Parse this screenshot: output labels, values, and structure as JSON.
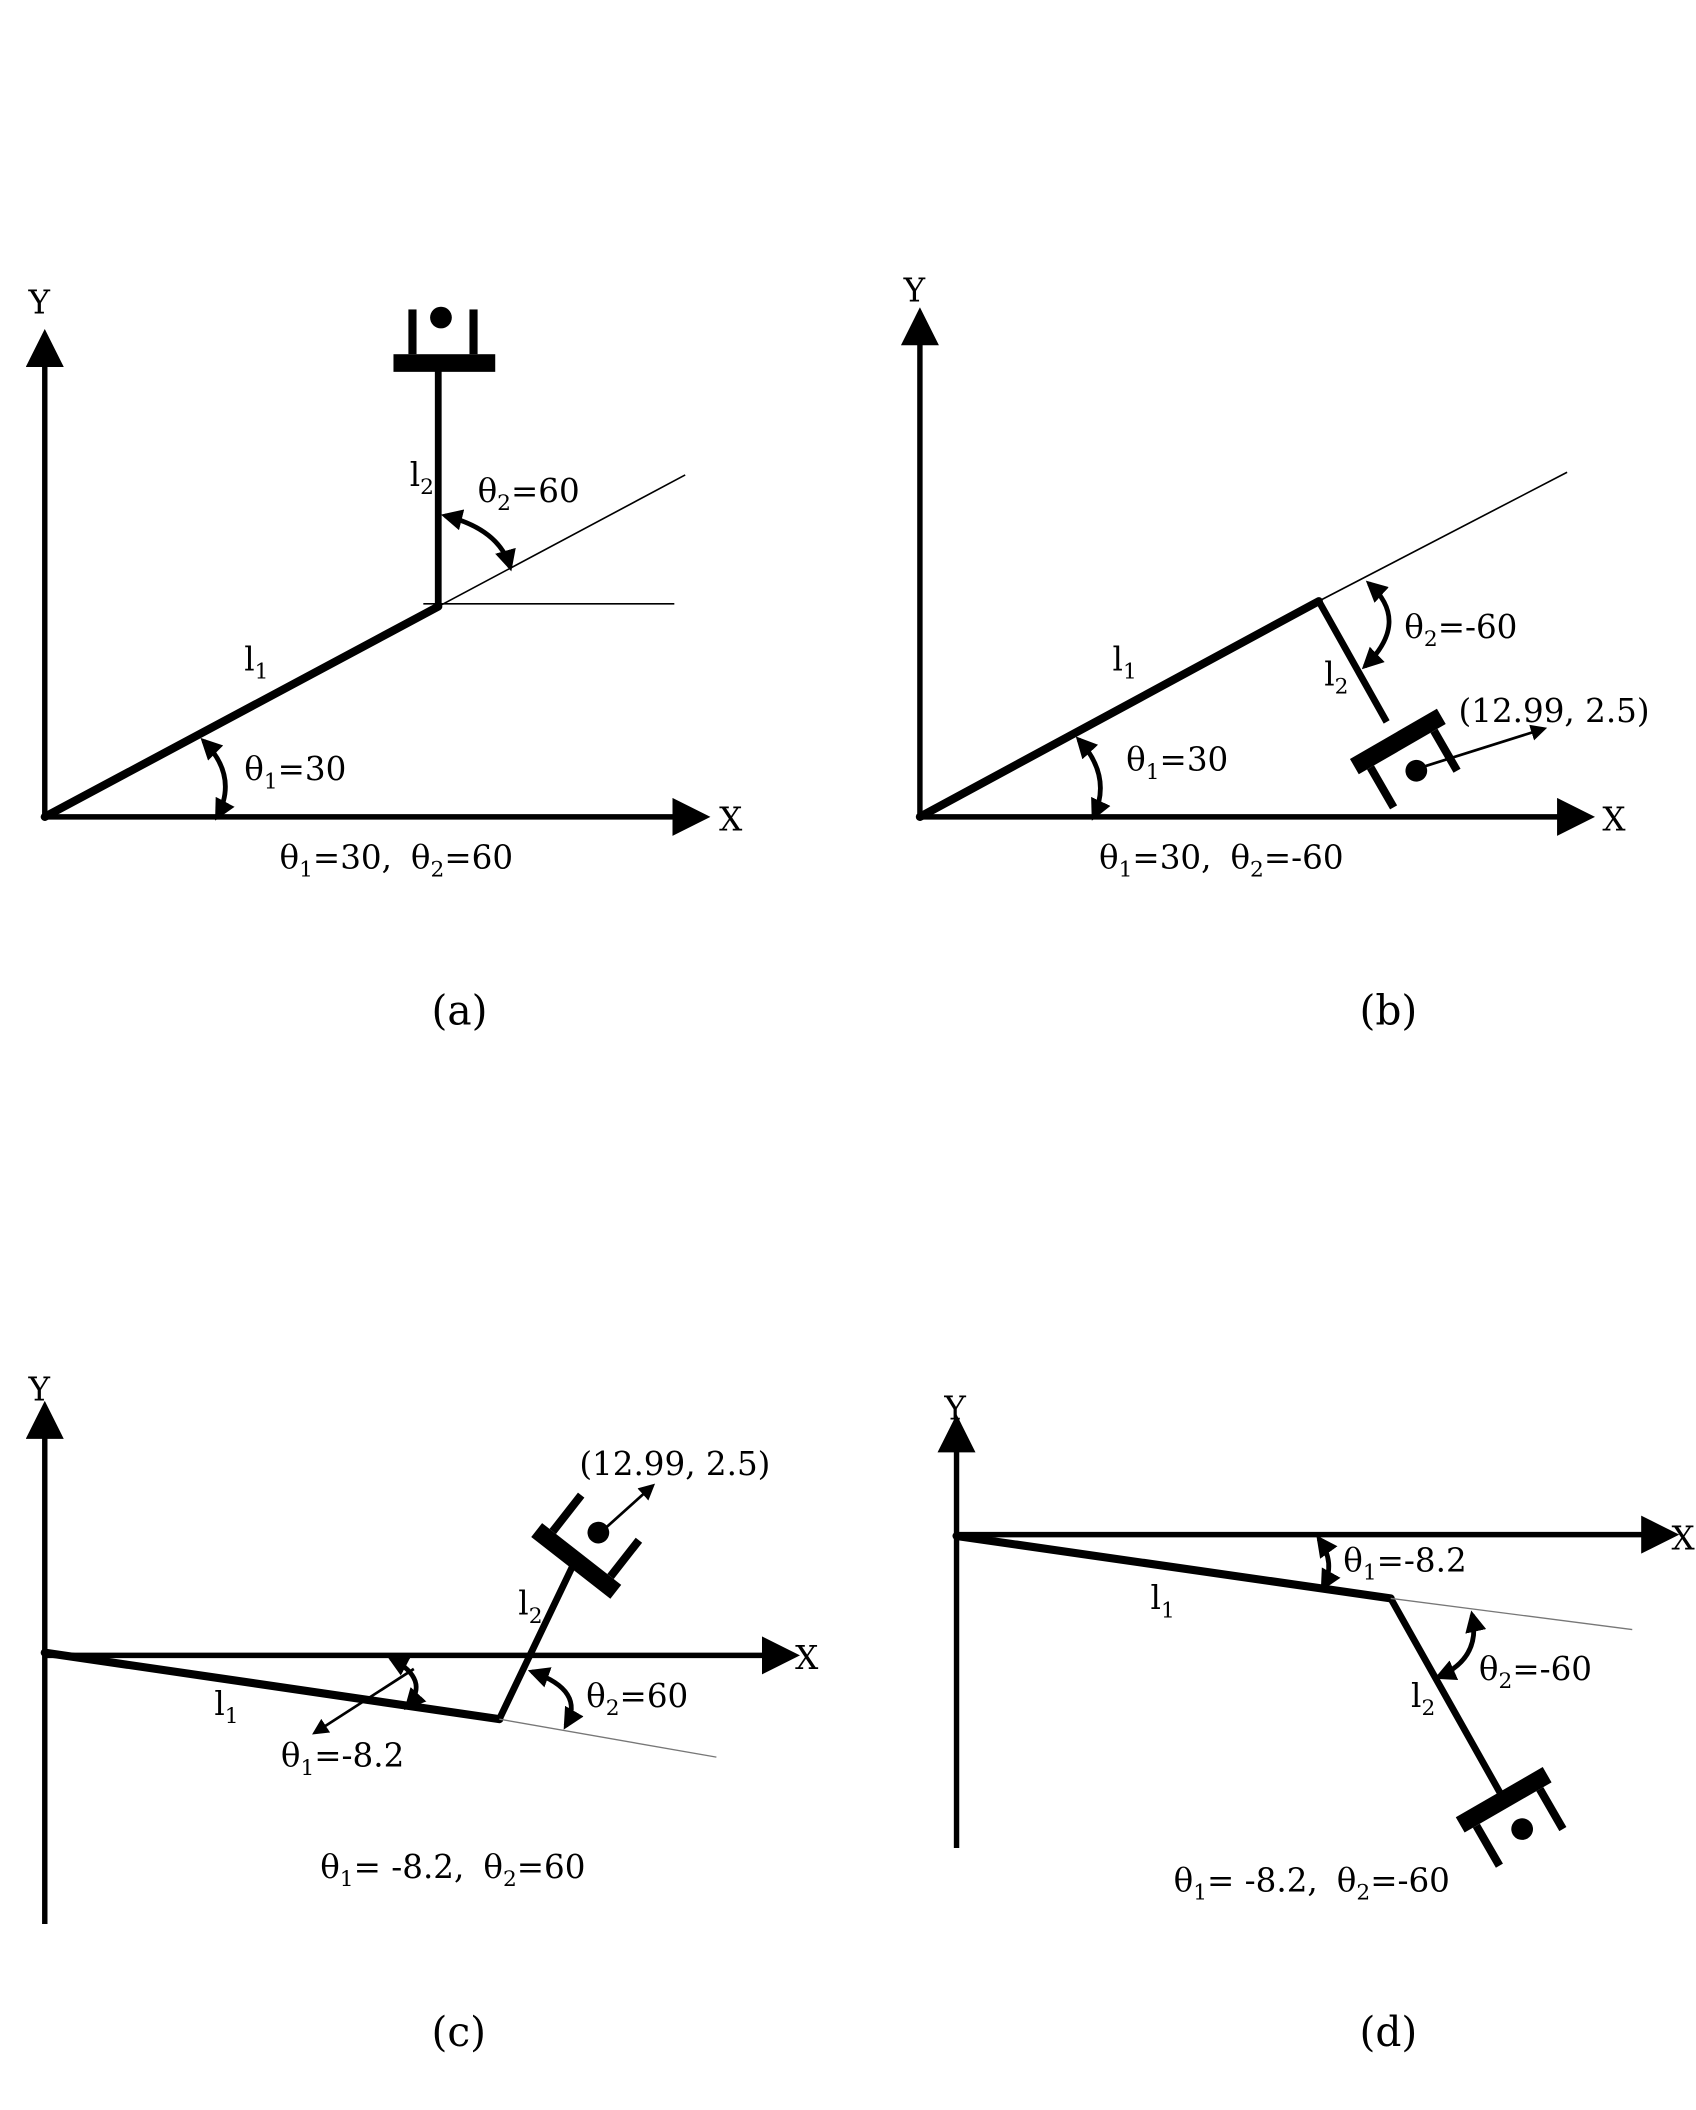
{
  "figure": {
    "description": "Two-link planar manipulator configurations",
    "panels": [
      {
        "id": "a",
        "caption": "(a)",
        "axis_x_label": "X",
        "axis_y_label": "Y",
        "link1_label": "l",
        "link1_sub": "1",
        "link2_label": "l",
        "link2_sub": "2",
        "theta1_label": "θ",
        "theta1_sub": "1",
        "theta1_value": "=30",
        "theta2_label": "θ",
        "theta2_sub": "2",
        "theta2_value": "=60",
        "summary": {
          "t1": "θ",
          "t1_sub": "1",
          "t1_val": "=30,",
          "t2": "θ",
          "t2_sub": "2",
          "t2_val": "=60"
        }
      },
      {
        "id": "b",
        "caption": "(b)",
        "axis_x_label": "X",
        "axis_y_label": "Y",
        "link1_label": "l",
        "link1_sub": "1",
        "link2_label": "l",
        "link2_sub": "2",
        "theta1_label": "θ",
        "theta1_sub": "1",
        "theta1_value": "=30",
        "theta2_label": "θ",
        "theta2_sub": "2",
        "theta2_value": "=-60",
        "end_effector_point": "(12.99, 2.5)",
        "summary": {
          "t1": "θ",
          "t1_sub": "1",
          "t1_val": "=30,",
          "t2": "θ",
          "t2_sub": "2",
          "t2_val": "=-60"
        }
      },
      {
        "id": "c",
        "caption": "(c)",
        "axis_x_label": "X",
        "axis_y_label": "Y",
        "link1_label": "l",
        "link1_sub": "1",
        "link2_label": "l",
        "link2_sub": "2",
        "theta1_label": "θ",
        "theta1_sub": "1",
        "theta1_value": "=-8.2",
        "theta2_label": "θ",
        "theta2_sub": "2",
        "theta2_value": "=60",
        "end_effector_point": "(12.99, 2.5)",
        "summary": {
          "t1": "θ",
          "t1_sub": "1",
          "t1_val": "= -8.2,",
          "t2": "θ",
          "t2_sub": "2",
          "t2_val": "=60"
        }
      },
      {
        "id": "d",
        "caption": "(d)",
        "axis_x_label": "X",
        "axis_y_label": "Y",
        "link1_label": "l",
        "link1_sub": "1",
        "link2_label": "l",
        "link2_sub": "2",
        "theta1_label": "θ",
        "theta1_sub": "1",
        "theta1_value": "=-8.2",
        "theta2_label": "θ",
        "theta2_sub": "2",
        "theta2_value": "=-60",
        "summary": {
          "t1": "θ",
          "t1_sub": "1",
          "t1_val": "= -8.2,",
          "t2": "θ",
          "t2_sub": "2",
          "t2_val": "=-60"
        }
      }
    ]
  }
}
